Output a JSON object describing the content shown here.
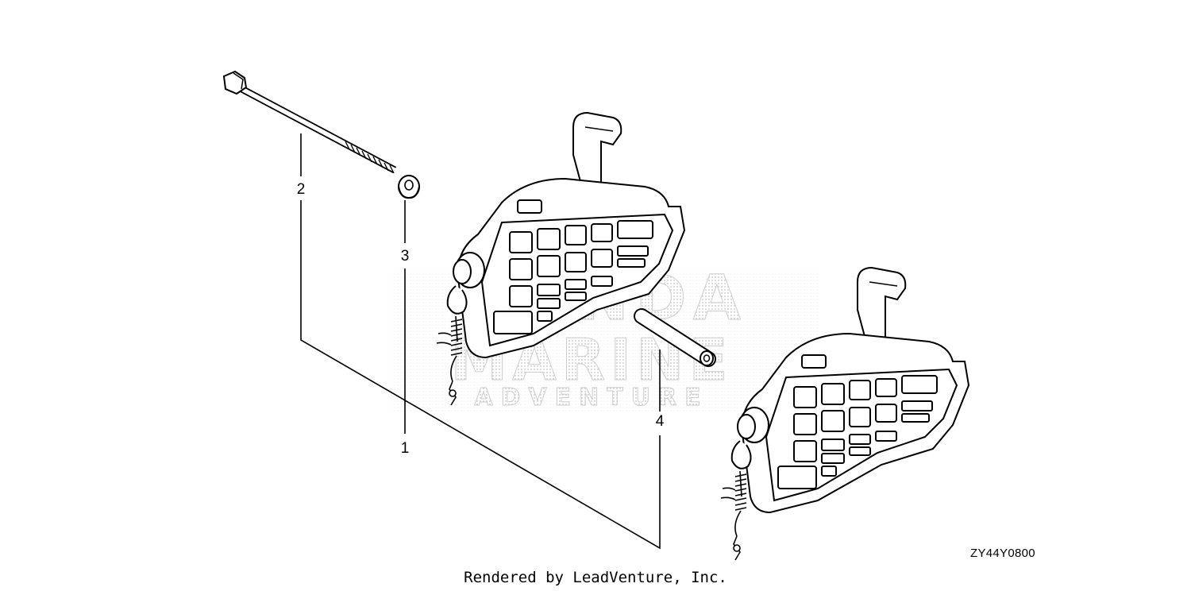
{
  "diagram": {
    "callouts": [
      {
        "id": "1",
        "label": "1"
      },
      {
        "id": "2",
        "label": "2"
      },
      {
        "id": "3",
        "label": "3"
      },
      {
        "id": "4",
        "label": "4"
      }
    ],
    "diagram_code": "ZY44Y0800",
    "watermark": {
      "line1": "HONDA",
      "line2": "MARINE",
      "line3": "ADVENTURE"
    },
    "credit": "Rendered by LeadVenture, Inc.",
    "colors": {
      "line": "#000000",
      "background": "#ffffff",
      "watermark": "#c8c8c8"
    },
    "parts": [
      {
        "name": "remote-control-box",
        "icon": "remote-control-icon",
        "count": 2
      },
      {
        "name": "bolt",
        "icon": "bolt-icon"
      },
      {
        "name": "washer",
        "icon": "washer-icon"
      },
      {
        "name": "pin",
        "icon": "pin-icon"
      }
    ]
  }
}
